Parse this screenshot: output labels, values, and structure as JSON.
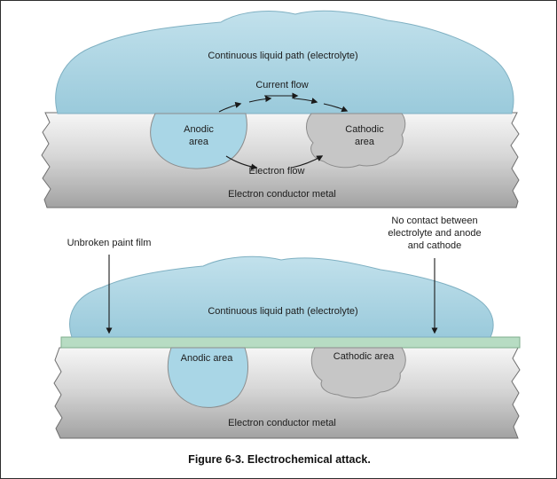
{
  "figure": {
    "caption": "Figure 6-3. Electrochemical attack."
  },
  "top_panel": {
    "electrolyte_label": "Continuous liquid path (electrolyte)",
    "current_flow_label": "Current flow",
    "anodic": {
      "line1": "Anodic",
      "line2": "area"
    },
    "cathodic": {
      "line1": "Cathodic",
      "line2": "area"
    },
    "electron_flow_label": "Electron flow",
    "metal_label": "Electron conductor metal"
  },
  "bottom_panel": {
    "paint_film_label": "Unbroken paint film",
    "no_contact": {
      "line1": "No contact between",
      "line2": "electrolyte and anode",
      "line3": "and cathode"
    },
    "electrolyte_label": "Continuous liquid path (electrolyte)",
    "anodic_label": "Anodic area",
    "cathodic_label": "Cathodic area",
    "metal_label": "Electron conductor metal"
  },
  "colors": {
    "electrolyte": "#a5d1e0",
    "anodic_area": "#a9d6e6",
    "cathodic_area": "#c6c6c6",
    "paint_film": "#b7dcc3",
    "outline": "#8c8c8c",
    "arrow": "#1a1a1a",
    "metal_light": "#f6f6f6",
    "metal_dark": "#a2a2a2"
  }
}
